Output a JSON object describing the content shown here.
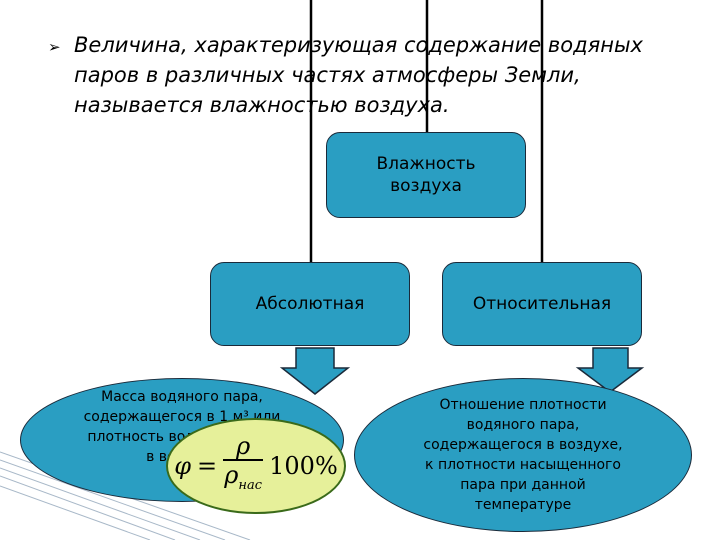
{
  "slide": {
    "bullet_icon": "outline-arrow-bullet-icon",
    "paragraph": "Величина, характеризующая содержание водяных паров в различных частях атмосферы Земли, называется влажностью воздуха."
  },
  "diagram": {
    "root": "Влажность воздуха",
    "left": "Абсолютная",
    "right": "Относительная",
    "left_desc": "Масса водяного пара, содержащегося в 1 м³ или плотность водяного пара в воздухе",
    "right_desc": "Отношение плотности водяного пара, содержащегося в воздухе, к плотности насыщенного пара при данной температуре",
    "formula": {
      "lhs": "φ",
      "eq": "=",
      "numerator": "ρ",
      "denominator": "ρ",
      "denominator_sub": "нас",
      "factor": "100%"
    }
  },
  "colors": {
    "box_fill": "#2a9ec2",
    "arrow_fill": "#2a9ec2",
    "formula_fill": "#e6f09a",
    "formula_border": "#3a6a1a"
  }
}
